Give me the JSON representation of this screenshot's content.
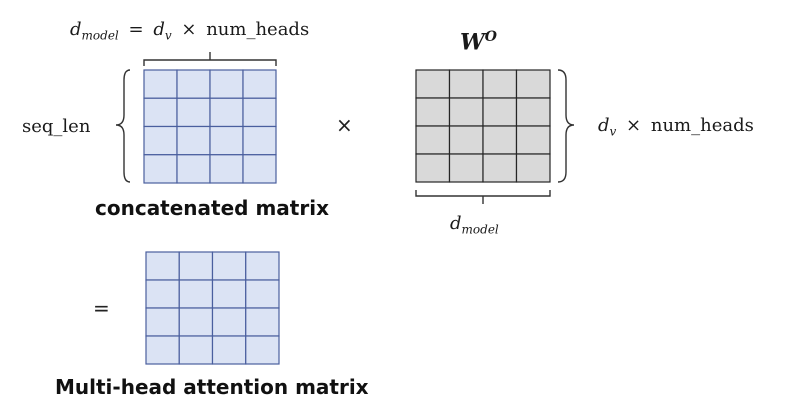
{
  "top_label": {
    "d": "d",
    "d_sub": "model",
    "eq": "=",
    "dv": "d",
    "dv_sub": "v",
    "times": "×",
    "heads": "num_heads"
  },
  "left_label": "seq_len",
  "right_label": {
    "dv": "d",
    "dv_sub": "v",
    "times": "×",
    "heads": "num_heads"
  },
  "bottom_label": {
    "d": "d",
    "d_sub": "model"
  },
  "weight_label": {
    "base": "W",
    "sup": "O"
  },
  "multiply_symbol": "×",
  "equals_symbol": "=",
  "concat_caption": "concatenated matrix",
  "result_caption": "Multi-head attention matrix",
  "matrices": {
    "concatenated": {
      "rows": 4,
      "cols": 4
    },
    "weight": {
      "rows": 4,
      "cols": 4
    },
    "result": {
      "rows": 4,
      "cols": 4
    }
  },
  "colors": {
    "blue_fill": "#dbe3f4",
    "blue_line": "#4a5f9e",
    "gray_fill": "#d9d9d9",
    "gray_line": "#262626",
    "bracket": "#333333"
  }
}
